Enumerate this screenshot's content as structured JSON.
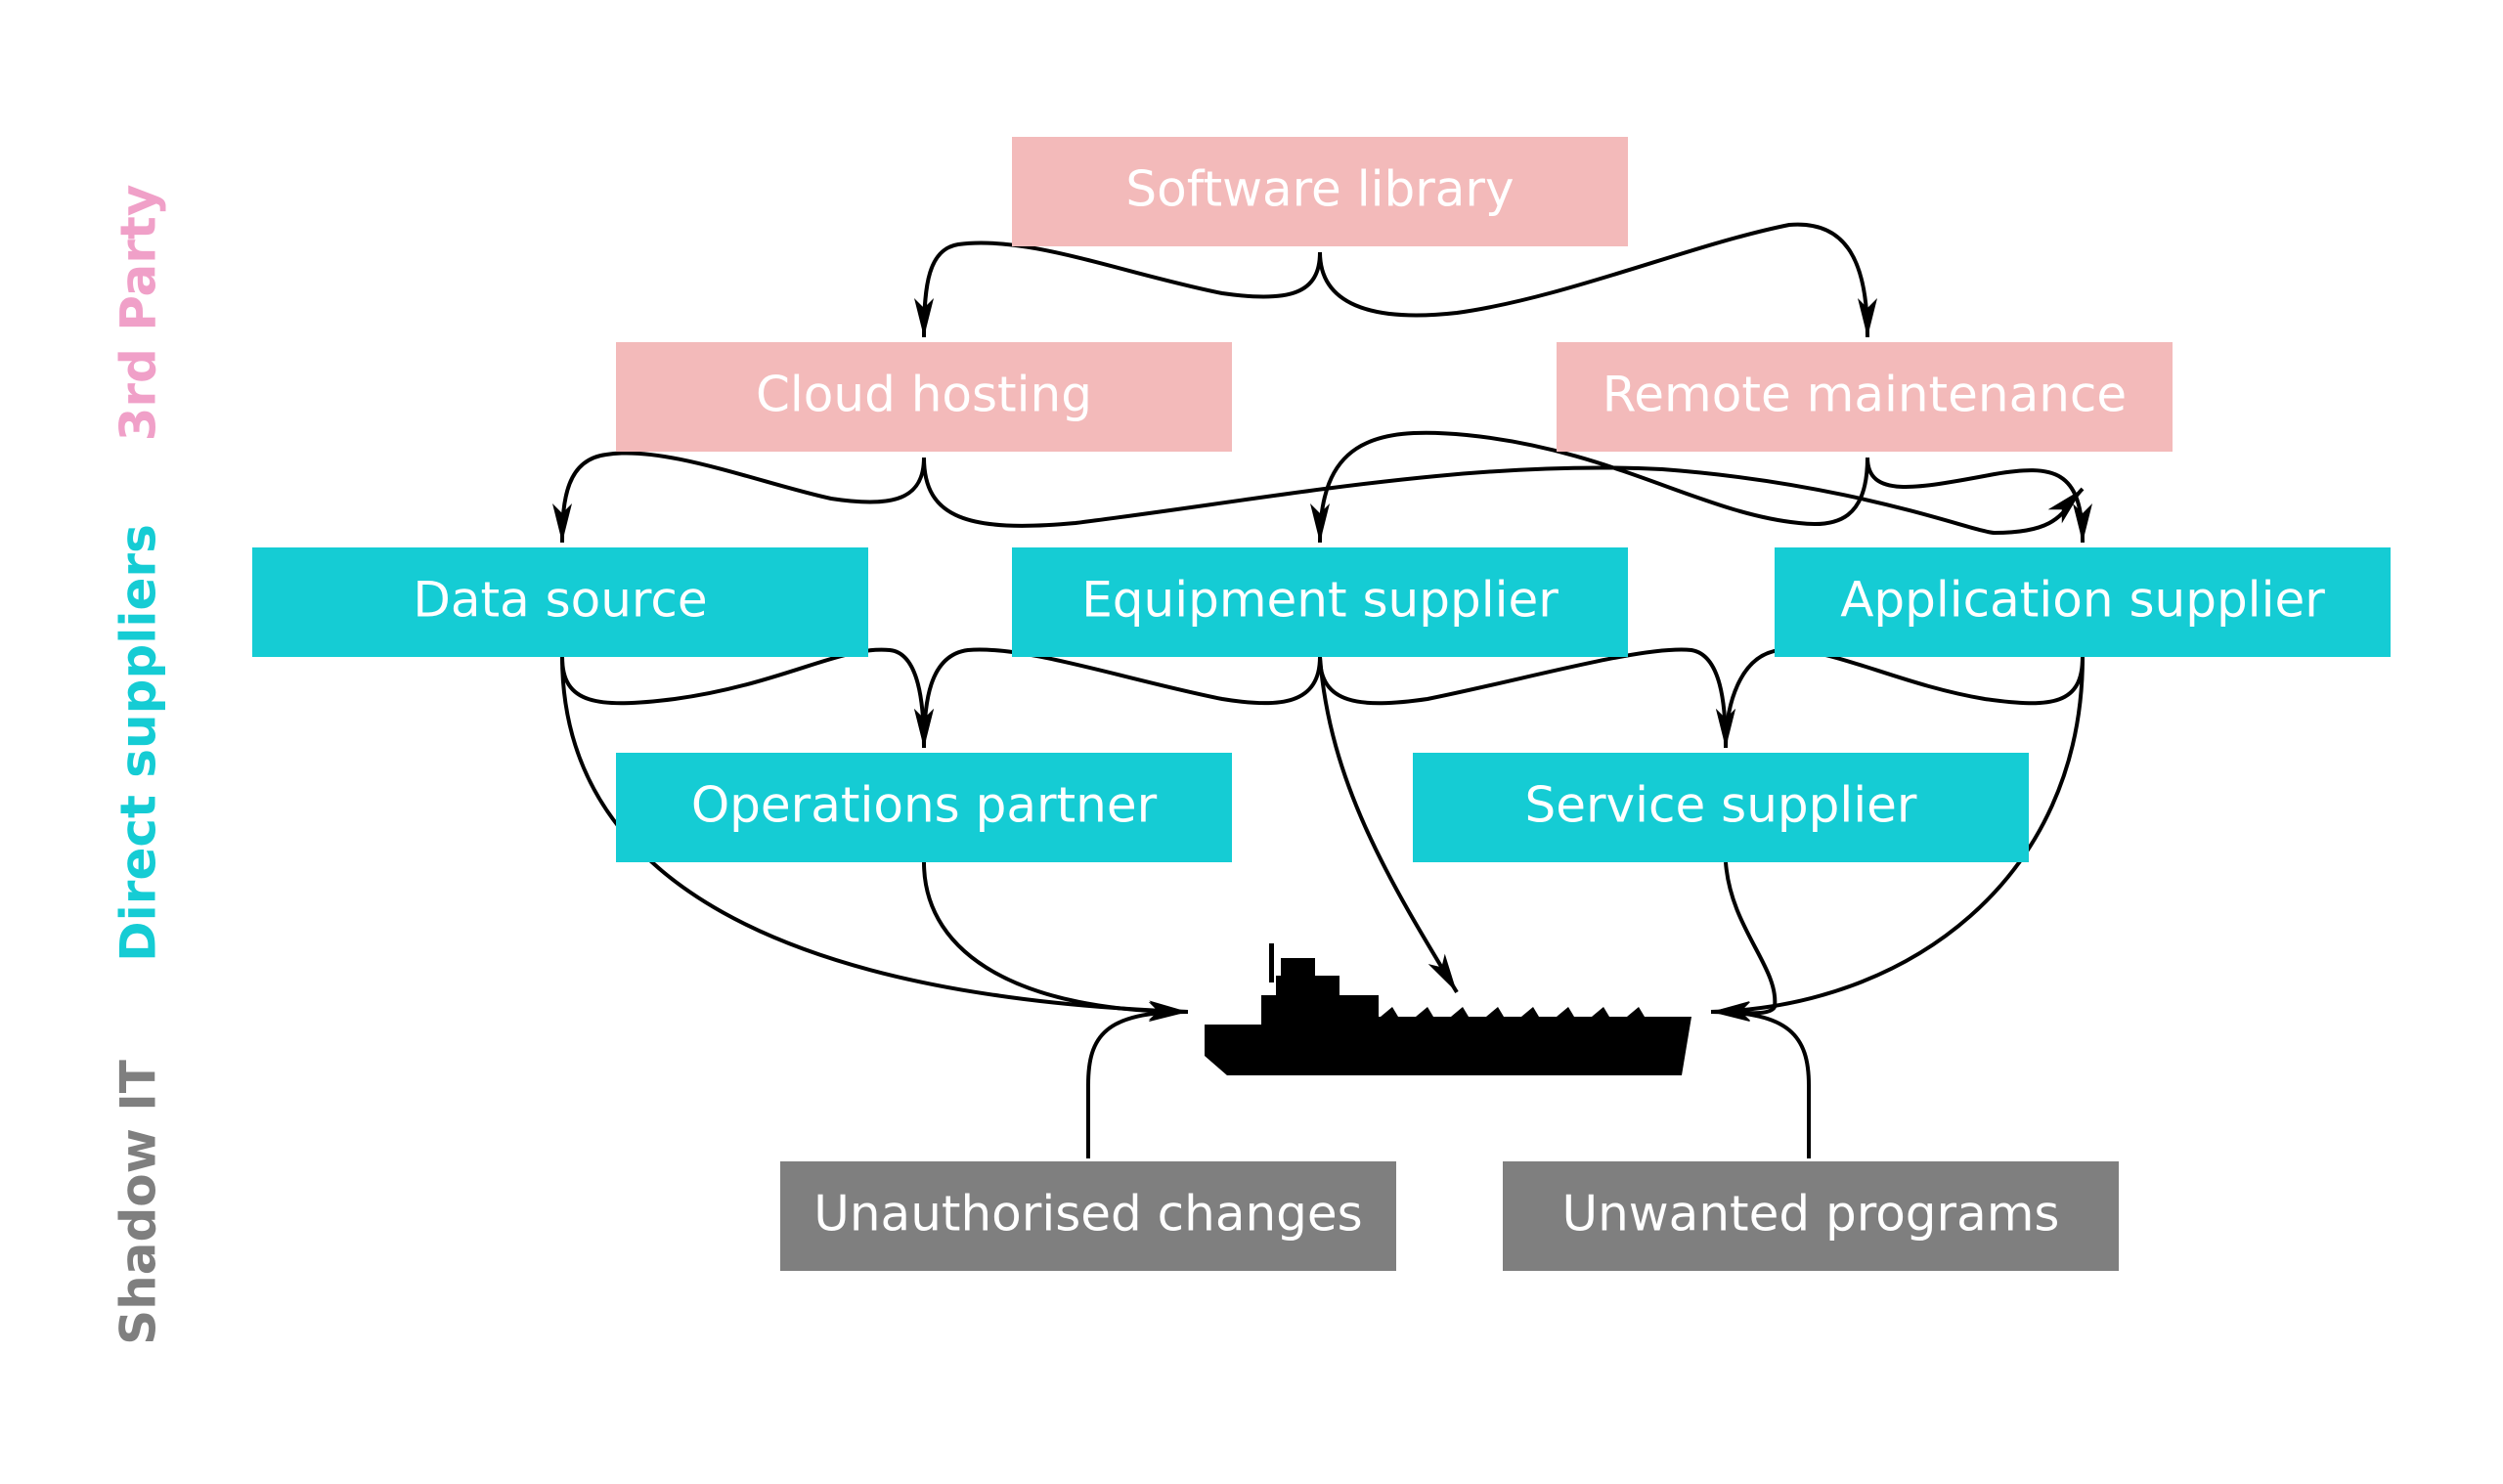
{
  "colors": {
    "third_party": "#f3baba",
    "third_party_label": "#f0a0c8",
    "direct": "#15ccd4",
    "shadow": "#7f7f7f",
    "text_on_box": "#ffffff",
    "edge": "#000000"
  },
  "side_labels": {
    "third_party": "3rd Party",
    "direct_suppliers": "Direct suppliers",
    "shadow_it": "Shadow IT"
  },
  "nodes": {
    "software_library": "Software library",
    "cloud_hosting": "Cloud hosting",
    "remote_maintenance": "Remote maintenance",
    "data_source": "Data source",
    "equipment_supplier": "Equipment supplier",
    "application_supplier": "Application supplier",
    "operations_partner": "Operations partner",
    "service_supplier": "Service supplier",
    "unauthorised_changes": "Unauthorised changes",
    "unwanted_programs": "Unwanted programs"
  },
  "ship_icon": "cargo-ship-icon",
  "edges": [
    [
      "software_library",
      "cloud_hosting"
    ],
    [
      "software_library",
      "remote_maintenance"
    ],
    [
      "cloud_hosting",
      "data_source"
    ],
    [
      "cloud_hosting",
      "application_supplier"
    ],
    [
      "remote_maintenance",
      "equipment_supplier"
    ],
    [
      "remote_maintenance",
      "application_supplier"
    ],
    [
      "data_source",
      "operations_partner"
    ],
    [
      "equipment_supplier",
      "operations_partner"
    ],
    [
      "equipment_supplier",
      "service_supplier"
    ],
    [
      "application_supplier",
      "service_supplier"
    ],
    [
      "data_source",
      "ship"
    ],
    [
      "operations_partner",
      "ship"
    ],
    [
      "equipment_supplier",
      "ship"
    ],
    [
      "service_supplier",
      "ship"
    ],
    [
      "application_supplier",
      "ship"
    ],
    [
      "unauthorised_changes",
      "ship"
    ],
    [
      "unwanted_programs",
      "ship"
    ]
  ]
}
